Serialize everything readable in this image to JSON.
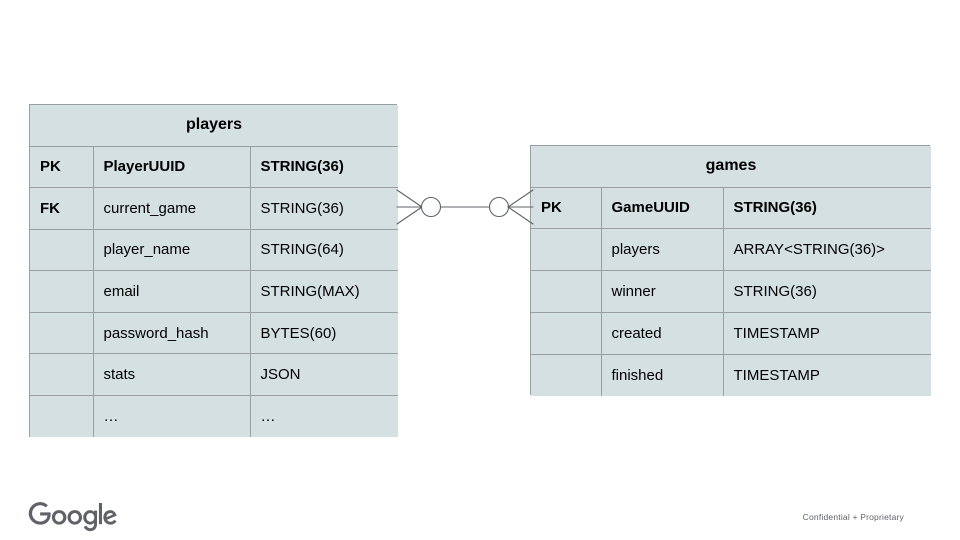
{
  "slide": {
    "background_color": "#ffffff"
  },
  "entities": [
    {
      "id": "players",
      "title": "players",
      "columns": [
        "",
        "",
        ""
      ],
      "rows": [
        {
          "key": "PK",
          "name": "PlayerUUID",
          "type": "STRING(36)",
          "bold": true
        },
        {
          "key": "FK",
          "name": "current_game",
          "type": "STRING(36)",
          "bold": false
        },
        {
          "key": "",
          "name": "player_name",
          "type": "STRING(64)",
          "bold": false
        },
        {
          "key": "",
          "name": "email",
          "type": "STRING(MAX)",
          "bold": false
        },
        {
          "key": "",
          "name": "password_hash",
          "type": "BYTES(60)",
          "bold": false
        },
        {
          "key": "",
          "name": "stats",
          "type": "JSON",
          "bold": false
        },
        {
          "key": "",
          "name": "…",
          "type": "…",
          "bold": false
        }
      ]
    },
    {
      "id": "games",
      "title": "games",
      "columns": [
        "",
        "",
        ""
      ],
      "rows": [
        {
          "key": "PK",
          "name": "GameUUID",
          "type": "STRING(36)",
          "bold": true
        },
        {
          "key": "",
          "name": "players",
          "type": "ARRAY<STRING(36)>",
          "bold": false
        },
        {
          "key": "",
          "name": "winner",
          "type": "STRING(36)",
          "bold": false
        },
        {
          "key": "",
          "name": "created",
          "type": "TIMESTAMP",
          "bold": false
        },
        {
          "key": "",
          "name": "finished",
          "type": "TIMESTAMP",
          "bold": false
        }
      ]
    }
  ],
  "relationship": {
    "left_entity": "players",
    "right_entity": "games",
    "left_cardinality": "zero-or-many",
    "right_cardinality": "zero-or-many",
    "notation": "crows-foot",
    "line_color": "#5f6368"
  },
  "footer": {
    "logo_text": "Google",
    "logo_color": "#5f6368",
    "confidential": "Confidential + Proprietary"
  },
  "theme": {
    "entity_fill": "#d5e0e3",
    "entity_border": "#9aa0a0",
    "text_color": "#000000"
  }
}
